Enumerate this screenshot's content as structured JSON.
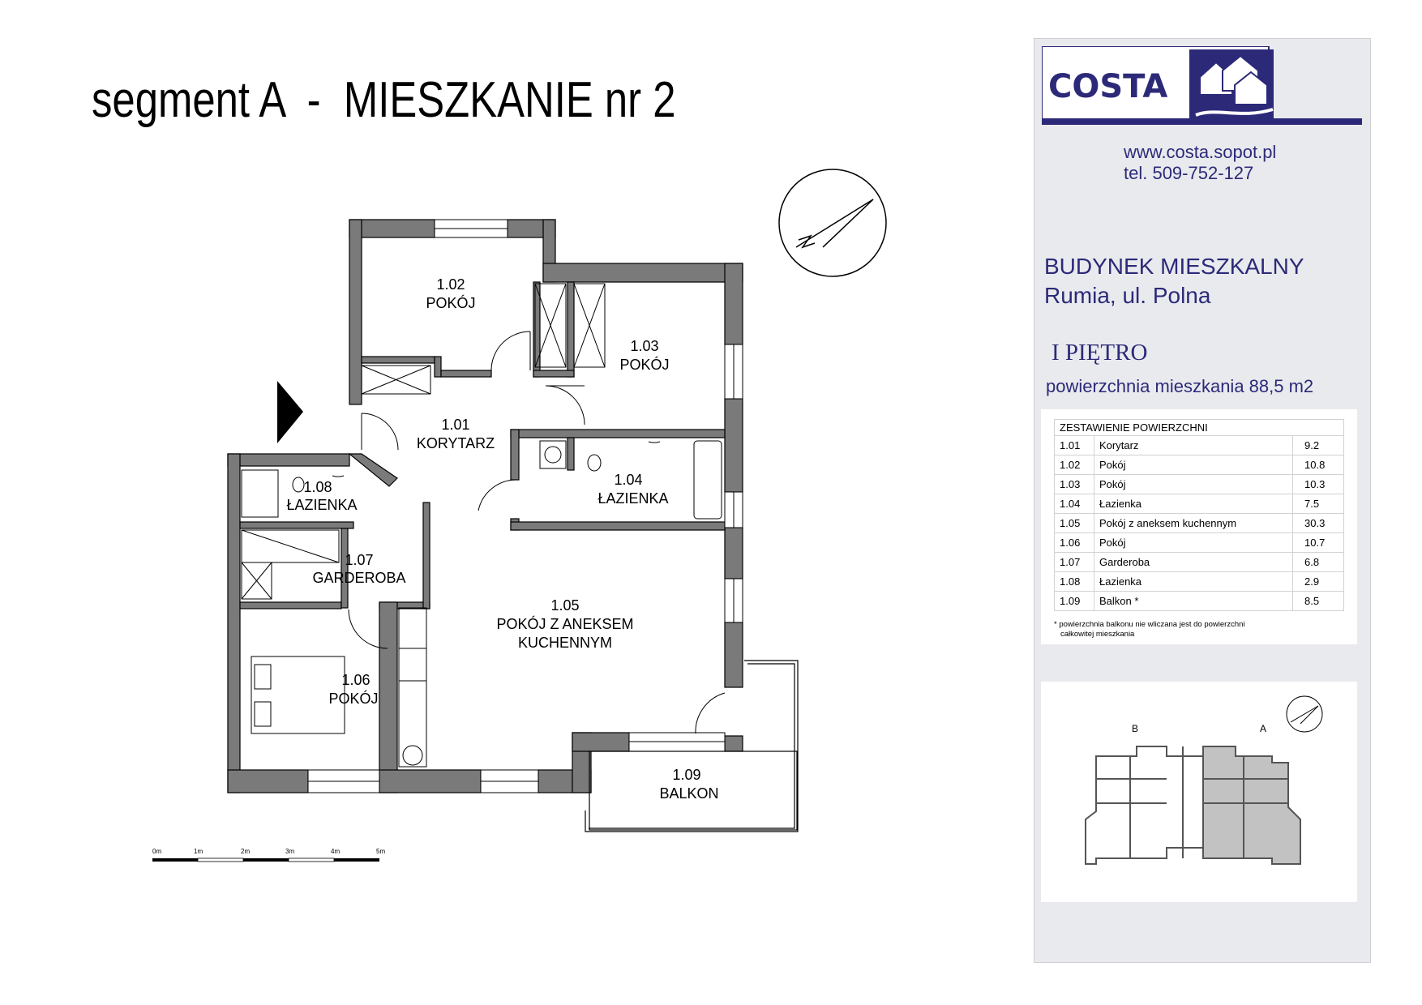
{
  "header": {
    "title": "segment A  -  MIESZKANIE nr 2"
  },
  "rooms": [
    {
      "number": "1.01",
      "name": "KORYTARZ"
    },
    {
      "number": "1.02",
      "name": "POKÓJ"
    },
    {
      "number": "1.03",
      "name": "POKÓJ"
    },
    {
      "number": "1.04",
      "name": "ŁAZIENKA"
    },
    {
      "number": "1.05",
      "name": "POKÓJ Z ANEKSEM",
      "name2": "KUCHENNYM"
    },
    {
      "number": "1.06",
      "name": "POKÓJ"
    },
    {
      "number": "1.07",
      "name": "GARDEROBA"
    },
    {
      "number": "1.08",
      "name": "ŁAZIENKA"
    },
    {
      "number": "1.09",
      "name": "BALKON"
    }
  ],
  "scale": {
    "labels": [
      "0m",
      "1m",
      "2m",
      "3m",
      "4m",
      "5m"
    ]
  },
  "sidebar": {
    "logo_text": "COSTA",
    "website": "www.costa.sopot.pl",
    "phone": "tel. 509-752-127",
    "building": "BUDYNEK MIESZKALNY",
    "location": "Rumia, ul. Polna",
    "floor": "I PIĘTRO",
    "area": "powierzchnia mieszkania 88,5 m2",
    "table_title": "ZESTAWIENIE POWIERZCHNI",
    "table_rows": [
      {
        "num": "1.01",
        "name": "Korytarz",
        "value": "9.2"
      },
      {
        "num": "1.02",
        "name": "Pokój",
        "value": "10.8"
      },
      {
        "num": "1.03",
        "name": "Pokój",
        "value": "10.3"
      },
      {
        "num": "1.04",
        "name": "Łazienka",
        "value": "7.5"
      },
      {
        "num": "1.05",
        "name": "Pokój  z aneksem kuchennym",
        "value": "30.3"
      },
      {
        "num": "1.06",
        "name": "Pokój",
        "value": "10.7"
      },
      {
        "num": "1.07",
        "name": "Garderoba",
        "value": "6.8"
      },
      {
        "num": "1.08",
        "name": "Łazienka",
        "value": "2.9"
      },
      {
        "num": "1.09",
        "name": "Balkon *",
        "value": "8.5"
      }
    ],
    "footnote_line1": "* powierzchnia balkonu nie wliczana jest do powierzchni",
    "footnote_line2": "całkowitej mieszkania",
    "keyplan_labels": [
      "B",
      "A"
    ]
  },
  "colors": {
    "wall": "#7a7a7a",
    "wall_stroke": "#000000",
    "brand_blue": "#2c2a78",
    "sidebar_bg": "#e9eaee",
    "keyplan_highlight": "#c2c2c2"
  }
}
